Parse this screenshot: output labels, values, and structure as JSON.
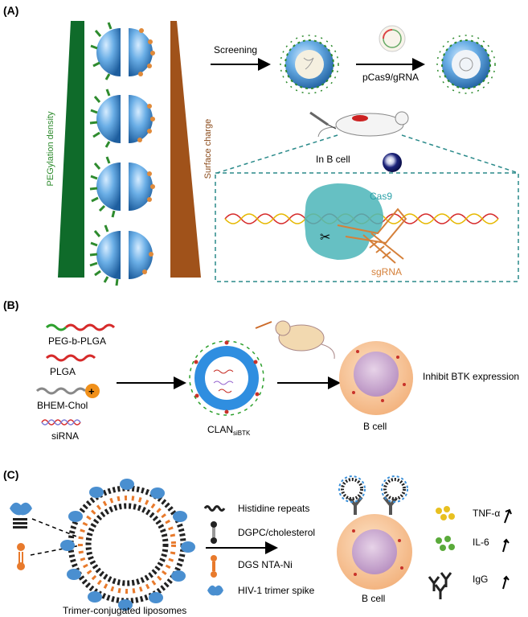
{
  "panel_a": {
    "label": "(A)",
    "pegylation_label": "PEGylation density",
    "surface_charge_label": "Surface charge",
    "screening_label": "Screening",
    "plasmid_label": "pCas9/gRNA",
    "in_b_cell_label": "In B cell",
    "cas9_label": "Cas9",
    "sgrna_label": "sgRNA"
  },
  "panel_b": {
    "label": "(B)",
    "legend": [
      "PEG-b-PLGA",
      "PLGA",
      "BHEM-Chol",
      "siRNA"
    ],
    "nanoparticle_label": "CLAN",
    "nanoparticle_subscript": "siBTK",
    "cell_label": "B cell",
    "effect_label": "Inhibit BTK expression"
  },
  "panel_c": {
    "label": "(C)",
    "liposome_caption": "Trimer-conjugated liposomes",
    "legend": [
      "Histidine repeats",
      "DGPC/cholesterol",
      "DGS NTA-Ni",
      "HIV-1 trimer spike"
    ],
    "cell_label": "B cell",
    "outputs": [
      "TNF-α",
      "IL-6",
      "IgG"
    ]
  },
  "colors": {
    "peg_green": "#2e8b2e",
    "surface_brown": "#a0521a",
    "lipid_orange": "#e87a2c",
    "particle_blue": "#3a8fd8",
    "cell_peach": "#f8c89a",
    "dna_red": "#d62a2a",
    "dna_yellow": "#e6b800",
    "cas9_teal": "#4bb5b8"
  }
}
